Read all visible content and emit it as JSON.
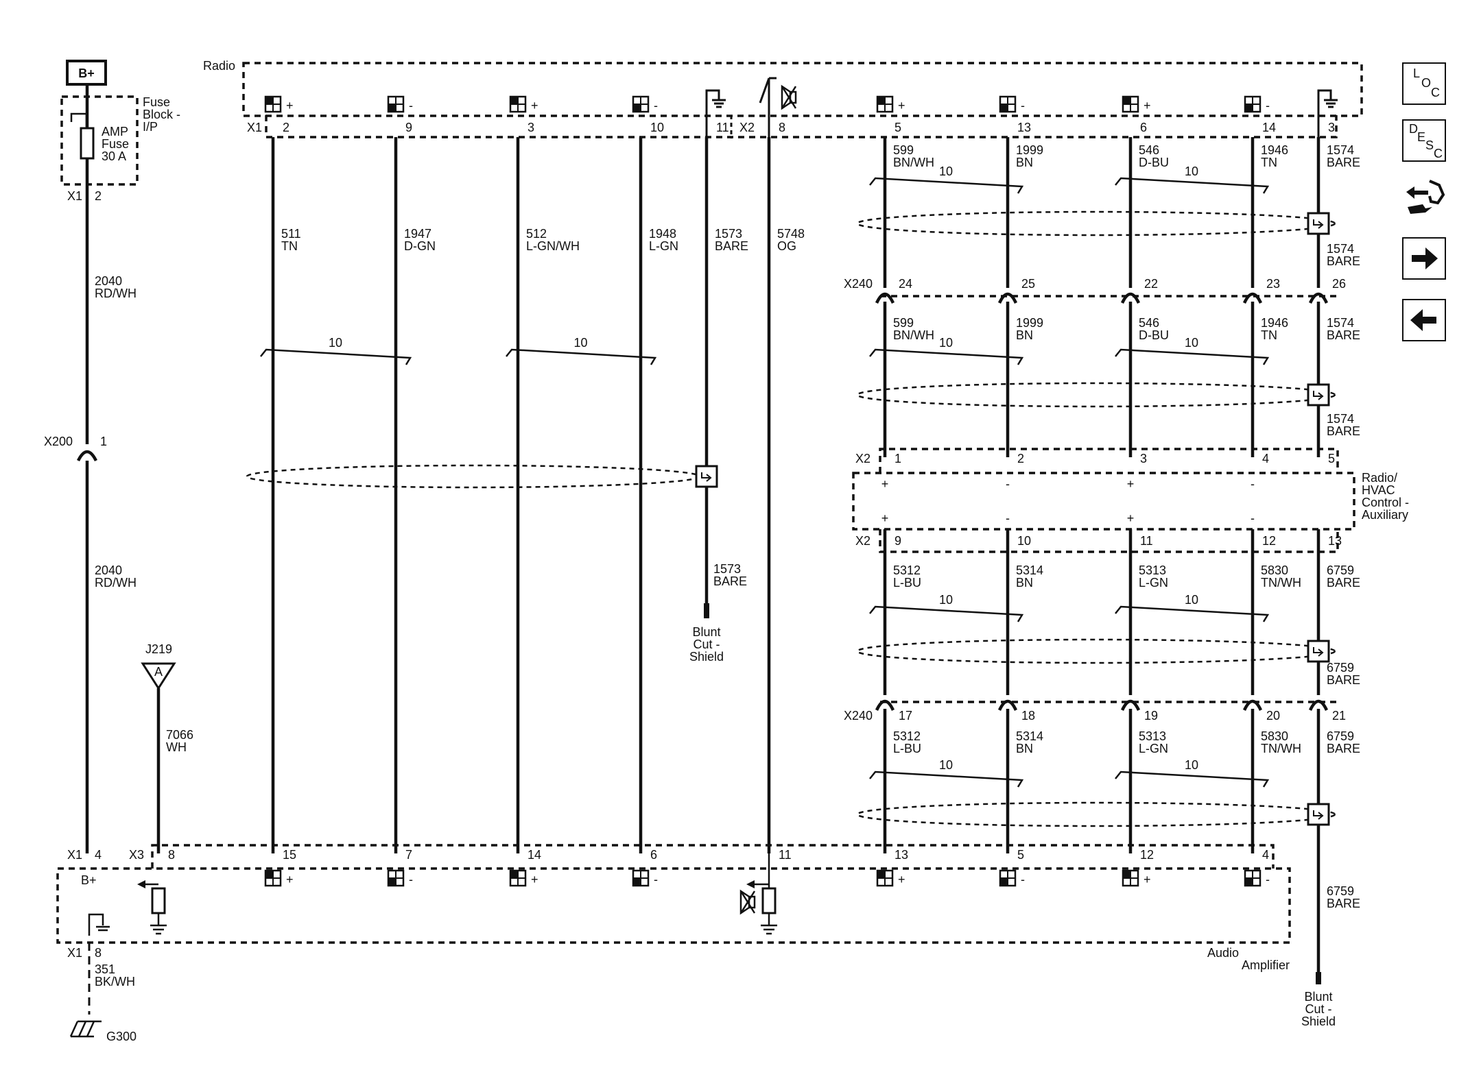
{
  "power": {
    "bplus": "B+",
    "fuse_block": [
      "Fuse",
      "Block -",
      "I/P"
    ],
    "fuse": [
      "AMP",
      "Fuse",
      "30 A"
    ],
    "x1": "X1",
    "p2": "2",
    "wire": [
      "2040",
      "RD/WH"
    ],
    "x200": "X200",
    "p1": "1",
    "wire2": [
      "2040",
      "RD/WH"
    ]
  },
  "radio_label": "Radio",
  "x1_label": "X1",
  "x2_label": "X2",
  "radio_pins": [
    {
      "pin": "2",
      "sign": "+"
    },
    {
      "pin": "9",
      "sign": "-"
    },
    {
      "pin": "3",
      "sign": "+"
    },
    {
      "pin": "10",
      "sign": "-"
    },
    {
      "pin": "11",
      "sign": ""
    },
    {
      "pin": "8",
      "sign": ""
    },
    {
      "pin": "5",
      "sign": "+"
    },
    {
      "pin": "13",
      "sign": "-"
    },
    {
      "pin": "6",
      "sign": "+"
    },
    {
      "pin": "14",
      "sign": "-"
    },
    {
      "pin": "3",
      "sign": ""
    }
  ],
  "left_wires": [
    {
      "circuit": "511",
      "color": "TN"
    },
    {
      "circuit": "1947",
      "color": "D-GN"
    },
    {
      "circuit": "512",
      "color": "L-GN/WH"
    },
    {
      "circuit": "1948",
      "color": "L-GN"
    },
    {
      "circuit": "1573",
      "color": "BARE"
    },
    {
      "circuit": "5748",
      "color": "OG"
    }
  ],
  "twist": "10",
  "shield_lower": [
    "1573",
    "BARE"
  ],
  "blunt_cut": [
    "Blunt",
    "Cut -",
    "Shield"
  ],
  "antenna": {
    "id": "J219",
    "letter": "A",
    "wire": [
      "7066",
      "WH"
    ]
  },
  "right_top": [
    {
      "circuit": "599",
      "color": "BN/WH"
    },
    {
      "circuit": "1999",
      "color": "BN"
    },
    {
      "circuit": "546",
      "color": "D-BU"
    },
    {
      "circuit": "1946",
      "color": "TN"
    },
    {
      "circuit": "1574",
      "color": "BARE"
    }
  ],
  "shield_mid": [
    "1574",
    "BARE"
  ],
  "x240": "X240",
  "x240_pins_a": [
    "24",
    "25",
    "22",
    "23",
    "26"
  ],
  "right_mid": [
    {
      "circuit": "599",
      "color": "BN/WH"
    },
    {
      "circuit": "1999",
      "color": "BN"
    },
    {
      "circuit": "546",
      "color": "D-BU"
    },
    {
      "circuit": "1946",
      "color": "TN"
    },
    {
      "circuit": "1574",
      "color": "BARE"
    }
  ],
  "shield_mid2": [
    "1574",
    "BARE"
  ],
  "aux": {
    "label": [
      "Radio/",
      "HVAC",
      "Control -",
      "Auxiliary"
    ],
    "top_pins": [
      "1",
      "2",
      "3",
      "4",
      "5"
    ],
    "bot_pins": [
      "9",
      "10",
      "11",
      "12",
      "13"
    ],
    "signs": [
      "+",
      "-",
      "+",
      "-"
    ]
  },
  "right_low": [
    {
      "circuit": "5312",
      "color": "L-BU"
    },
    {
      "circuit": "5314",
      "color": "BN"
    },
    {
      "circuit": "5313",
      "color": "L-GN"
    },
    {
      "circuit": "5830",
      "color": "TN/WH"
    },
    {
      "circuit": "6759",
      "color": "BARE"
    }
  ],
  "shield_low": [
    "6759",
    "BARE"
  ],
  "x240_pins_b": [
    "17",
    "18",
    "19",
    "20",
    "21"
  ],
  "right_low2": [
    {
      "circuit": "5312",
      "color": "L-BU"
    },
    {
      "circuit": "5314",
      "color": "BN"
    },
    {
      "circuit": "5313",
      "color": "L-GN"
    },
    {
      "circuit": "5830",
      "color": "TN/WH"
    },
    {
      "circuit": "6759",
      "color": "BARE"
    }
  ],
  "shield_final": [
    "6759",
    "BARE"
  ],
  "amp": {
    "label": [
      "Audio",
      "Amplifier"
    ],
    "x1": "X1",
    "p4": "4",
    "bplus": "B+",
    "x3": "X3",
    "pins": [
      "8",
      "15",
      "7",
      "14",
      "6",
      "11",
      "13",
      "5",
      "12",
      "4"
    ],
    "signs": [
      "+",
      "-",
      "+",
      "-",
      "+",
      "-",
      "+",
      "-"
    ],
    "ground_x1": "X1",
    "ground_pin": "8",
    "ground_wire": [
      "351",
      "BK/WH"
    ],
    "ground": "G300"
  },
  "nav": {
    "loc": [
      "L",
      "O",
      "C"
    ],
    "desc": [
      "D",
      "E",
      "S",
      "C"
    ]
  },
  "colors": {
    "ink": "#111111",
    "background": "#ffffff"
  }
}
